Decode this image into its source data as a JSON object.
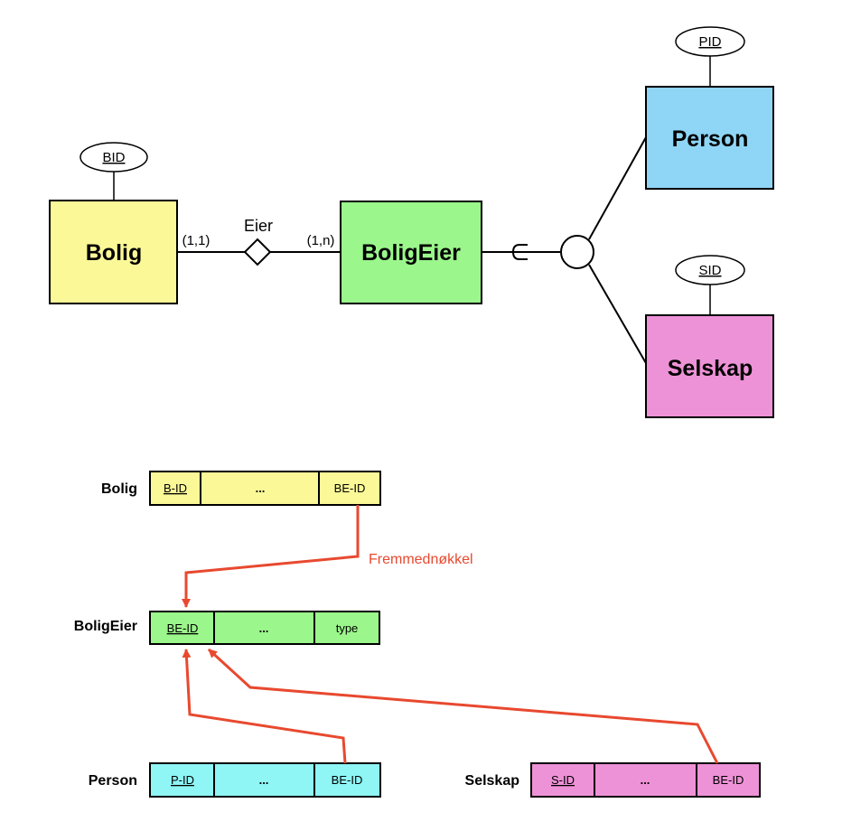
{
  "colors": {
    "bolig": "#fbf898",
    "boligeier": "#9bf68b",
    "person": "#8fd5f5",
    "person_table": "#8ff5f5",
    "selskap": "#ee92d7",
    "arrow": "#e8492f"
  },
  "er": {
    "bolig": {
      "label": "Bolig",
      "attr": "BID"
    },
    "boligeier": {
      "label": "BoligEier"
    },
    "person": {
      "label": "Person",
      "attr": "PID"
    },
    "selskap": {
      "label": "Selskap",
      "attr": "SID"
    },
    "relationship": {
      "label": "Eier",
      "card_left": "(1,1)",
      "card_right": "(1,n)"
    },
    "subset_symbol": "⋹"
  },
  "tables": {
    "bolig": {
      "name": "Bolig",
      "cells": [
        "B-ID",
        "...",
        "BE-ID"
      ]
    },
    "boligeier": {
      "name": "BoligEier",
      "cells": [
        "BE-ID",
        "...",
        "type"
      ]
    },
    "person": {
      "name": "Person",
      "cells": [
        "P-ID",
        "...",
        "BE-ID"
      ]
    },
    "selskap": {
      "name": "Selskap",
      "cells": [
        "S-ID",
        "...",
        "BE-ID"
      ]
    }
  },
  "foreign_key_label": "Fremmednøkkel"
}
